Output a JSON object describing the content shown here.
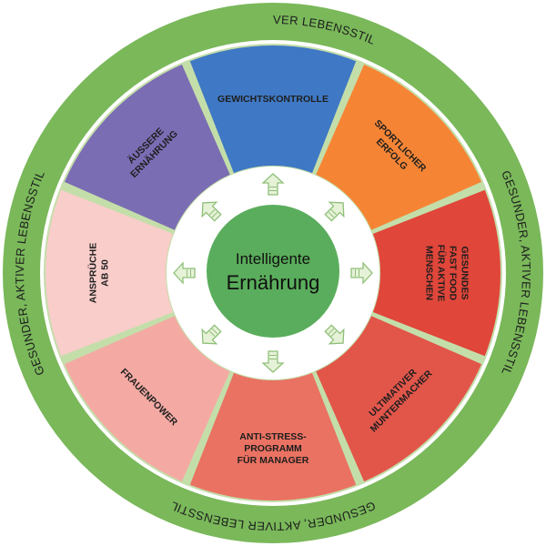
{
  "outer_ring": {
    "text": "GESUNDER, AKTIVER LEBENSSTIL",
    "color": "#7ab85a"
  },
  "center": {
    "line1": "Intelligente",
    "line2": "Ernährung",
    "color": "#5aad5c"
  },
  "segments": [
    {
      "name": "gewichtskontrolle",
      "lines": [
        "GEWICHTSKONTROLLE"
      ],
      "color": "#3f78c4"
    },
    {
      "name": "sportlicher-erfolg",
      "lines": [
        "SPORTLICHER",
        "ERFOLG"
      ],
      "color": "#f58535"
    },
    {
      "name": "gesundes-fast-food",
      "lines": [
        "GESUNDES",
        "FAST FOOD",
        "FÜR AKTIVE",
        "MENSCHEN"
      ],
      "color": "#e0463a"
    },
    {
      "name": "ultimativer-muntermacher",
      "lines": [
        "ULTIMATIVER",
        "MUNTERMACHER"
      ],
      "color": "#e2564a"
    },
    {
      "name": "anti-stress-programm",
      "lines": [
        "ANTI-STRESS-",
        "PROGRAMM",
        "FÜR MANAGER"
      ],
      "color": "#ea7262"
    },
    {
      "name": "frauenpower",
      "lines": [
        "FRAUENPOWER"
      ],
      "color": "#f4aaa3"
    },
    {
      "name": "ansprueche-ab-50",
      "lines": [
        "ANSPRÜCHE",
        "AB 50"
      ],
      "color": "#f9cdca"
    },
    {
      "name": "aeussere-ernaehrung",
      "lines": [
        "ÄUSSERE",
        "ERNÄHRUNG"
      ],
      "color": "#7b6db3"
    }
  ],
  "colors": {
    "separator": "#c4deaa",
    "inner_ring": "#ffffff",
    "arrow_fill": "#e6f2d8",
    "arrow_stroke": "#8fbf78"
  }
}
